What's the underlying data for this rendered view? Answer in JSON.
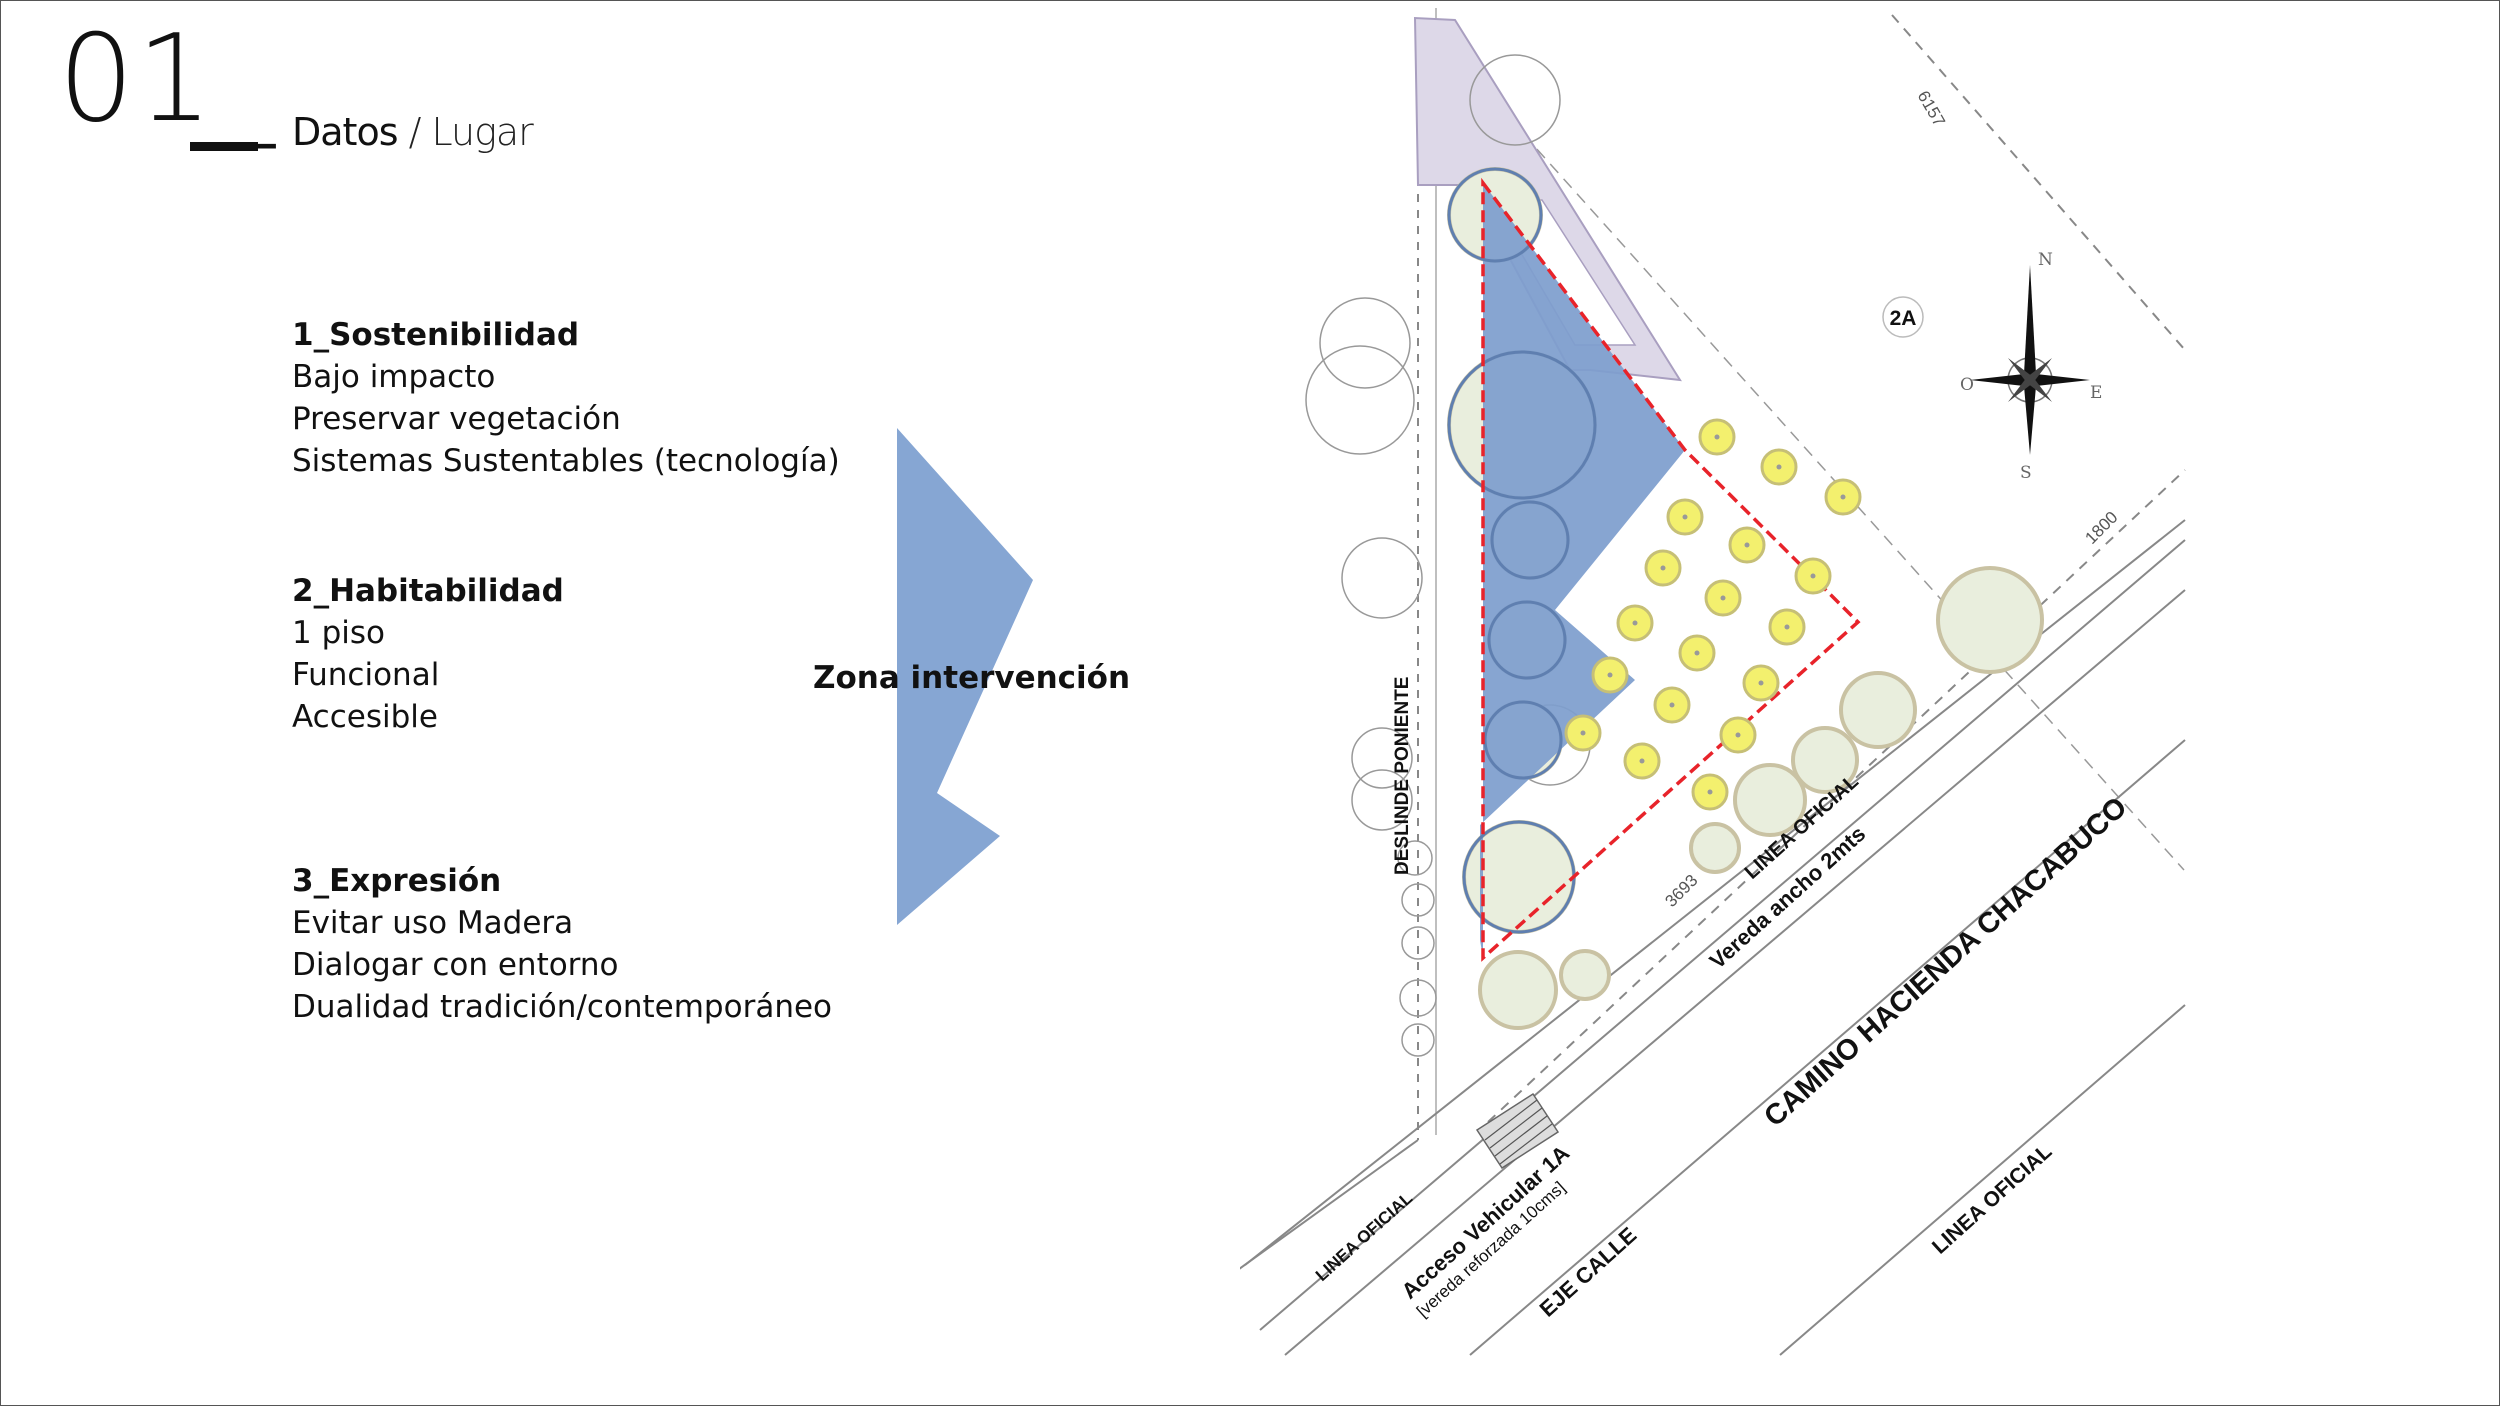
{
  "header": {
    "number": "01_",
    "title": "Datos",
    "separator": "/",
    "subtitle": "Lugar"
  },
  "blocks": [
    {
      "heading": "1_Sostenibilidad",
      "items": [
        "Bajo impacto",
        "Preservar vegetación",
        "Sistemas Sustentables (tecnología)"
      ]
    },
    {
      "heading": "2_Habitabilidad",
      "items": [
        "1 piso",
        "Funcional",
        "Accesible"
      ]
    },
    {
      "heading": "3_Expresión",
      "items": [
        "Evitar uso Madera",
        "Dialogar con entorno",
        "Dualidad tradición/contemporáneo"
      ]
    }
  ],
  "zone_label": "Zona intervención",
  "plan": {
    "labels": {
      "deslinde": "DESLINDE PONIENTE",
      "dim_6157": "6157",
      "dim_1800": "1800",
      "dim_3693": "3693",
      "lot": "2A",
      "linea_oficial_1": "LINEA OFICIAL",
      "linea_oficial_2": "LINEA OFICIAL",
      "linea_oficial_3": "LINEA OFICIAL",
      "vereda": "Vereda ancho 2mts",
      "camino": "CAMINO HACIENDA CHACABUCO",
      "acceso": "Acceso Vehicular 1A",
      "acceso_sub": "[vereda reforzada 10cms]",
      "eje": "EJE  CALLE"
    },
    "compass": {
      "n": "N",
      "e": "E",
      "s": "S",
      "o": "O"
    }
  },
  "colors": {
    "blue_zone": "#7e9ecd",
    "arrow": "#86a6d3",
    "tree_fill": "#e9eedd",
    "tree_stroke": "#c9c2a3",
    "yellow_fill": "#f3f06e",
    "yellow_stroke": "#c6bf76",
    "red_dash": "#e8232a",
    "lilac": "#ddd8e8"
  }
}
